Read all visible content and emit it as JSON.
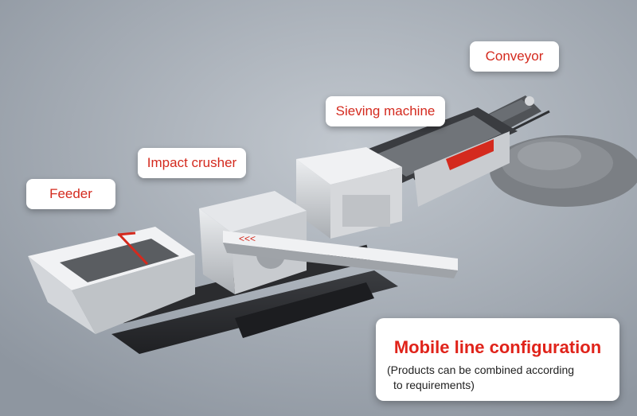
{
  "labels": {
    "conveyor": "Conveyor",
    "sieving_machine": "Sieving machine",
    "impact_crusher": "Impact crusher",
    "feeder": "Feeder"
  },
  "info": {
    "title": "Mobile line configuration",
    "note_line1": "(Products can be combined according",
    "note_line2": "to requirements)"
  },
  "colors": {
    "accent_red": "#e0231a",
    "machine_body": "#d7d9dc",
    "track": "#2b2c2f",
    "aggregate": "#7b7f84"
  }
}
